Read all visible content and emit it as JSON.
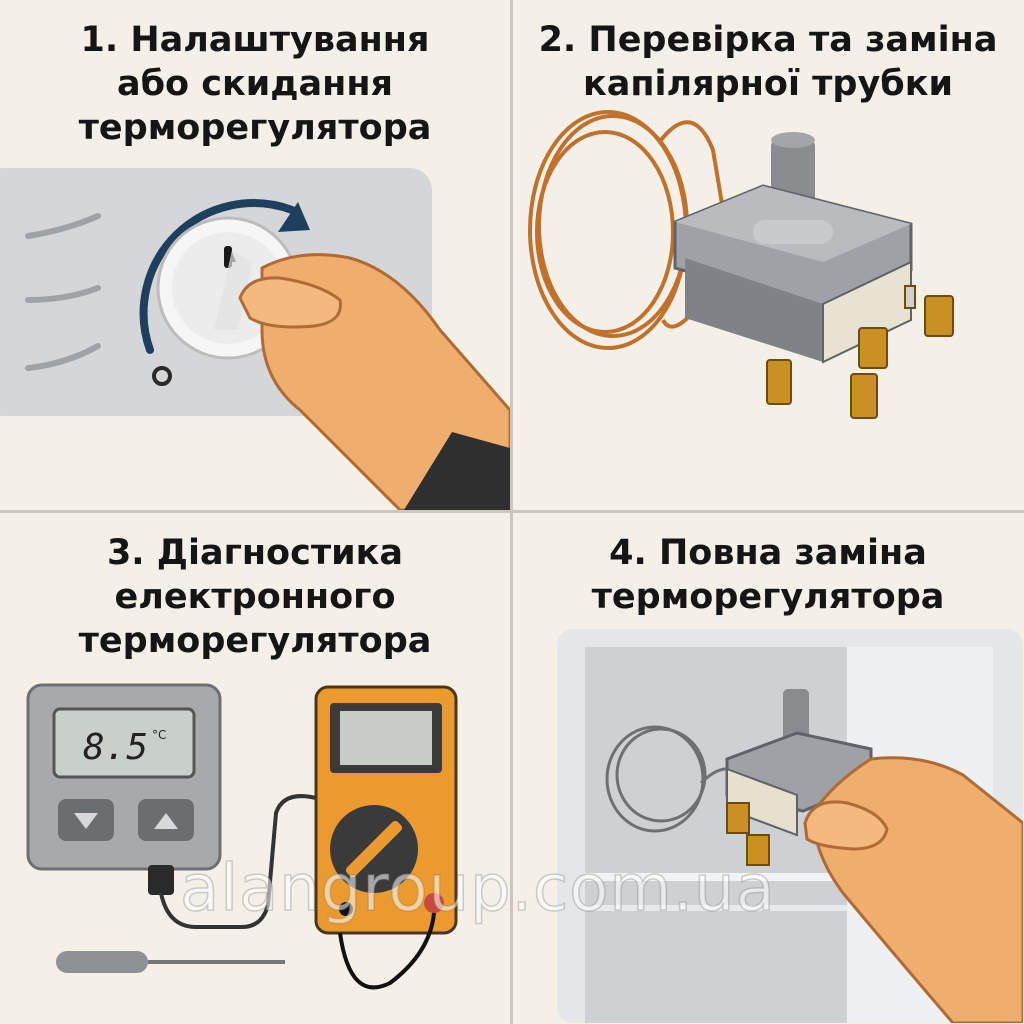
{
  "panels": [
    {
      "number": "1.",
      "title_lines": [
        "Налаштування",
        "або скидання",
        "терморегулятора"
      ]
    },
    {
      "number": "2.",
      "title_lines": [
        "Перевірка та заміна",
        "капілярної трубки"
      ]
    },
    {
      "number": "3.",
      "title_lines": [
        "Діагностика",
        "електронного",
        "терморегулятора"
      ]
    },
    {
      "number": "4.",
      "title_lines": [
        "Повна заміна",
        "терморегулятора"
      ]
    }
  ],
  "thermostat_display": {
    "value": "8.5",
    "unit": "°C"
  },
  "watermark": "alangroup.com.ua",
  "colors": {
    "background": "#f4f0e8",
    "skin": "#f0ae6e",
    "sleeve": "#2f2f2f",
    "capillary": "#c0722c",
    "multimeter": "#ea9a2e",
    "terminal": "#c99024",
    "arrow": "#1f3f5e"
  }
}
